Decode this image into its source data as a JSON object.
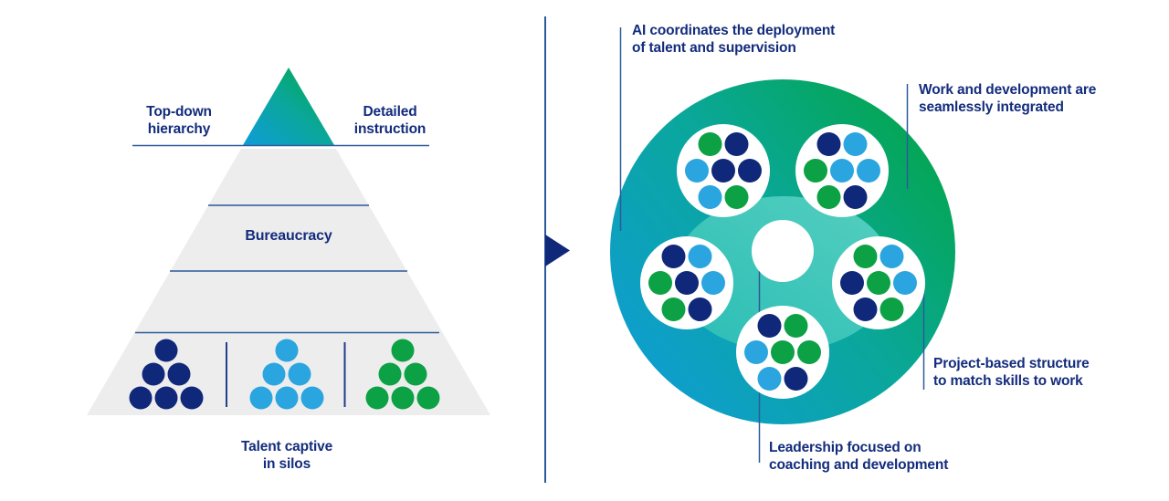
{
  "palette": {
    "navy": "#10287a",
    "blue": "#2aa5df",
    "green": "#0ca144",
    "gradient_blue": "#0f9cd8",
    "gradient_teal": "#0aa79b",
    "gradient_green": "#03a644",
    "teal_inner_dark": "#2abdb6",
    "teal_inner_light": "#55cfbe",
    "pyramid_gray": "#ededee",
    "rule_line": "#2d5a99",
    "silo_separator": "#1f3f8a",
    "text_navy": "#132c7c"
  },
  "icons": {
    "transition_arrow": "right-arrowhead"
  },
  "left_diagram": {
    "top_left_label": "Top-down\nhierarchy",
    "top_right_label": "Detailed\ninstruction",
    "middle_label": "Bureaucracy",
    "bottom_label": "Talent captive\nin silos",
    "silos": [
      {
        "name": "silo-navy",
        "color": "navy"
      },
      {
        "name": "silo-blue",
        "color": "blue"
      },
      {
        "name": "silo-green",
        "color": "green"
      }
    ]
  },
  "right_diagram": {
    "label_ai": "AI coordinates the deployment\nof talent and supervision",
    "label_work": "Work and development are\nseamlessly integrated",
    "label_project": "Project-based structure\nto match skills to work",
    "label_leadership": "Leadership focused on\ncoaching and development",
    "teams": [
      {
        "position": "top-left",
        "dots": [
          [
            "green",
            "navy"
          ],
          [
            "blue",
            "navy",
            "navy"
          ],
          [
            "blue",
            "green"
          ]
        ]
      },
      {
        "position": "top-right",
        "dots": [
          [
            "navy",
            "blue"
          ],
          [
            "green",
            "blue",
            "blue"
          ],
          [
            "green",
            "navy"
          ]
        ]
      },
      {
        "position": "mid-left",
        "dots": [
          [
            "navy",
            "blue"
          ],
          [
            "green",
            "navy",
            "blue"
          ],
          [
            "green",
            "navy"
          ]
        ]
      },
      {
        "position": "mid-right",
        "dots": [
          [
            "green",
            "blue"
          ],
          [
            "navy",
            "green",
            "blue"
          ],
          [
            "navy",
            "green"
          ]
        ]
      },
      {
        "position": "bottom",
        "dots": [
          [
            "navy",
            "green"
          ],
          [
            "blue",
            "green",
            "green"
          ],
          [
            "blue",
            "navy"
          ]
        ]
      }
    ]
  }
}
